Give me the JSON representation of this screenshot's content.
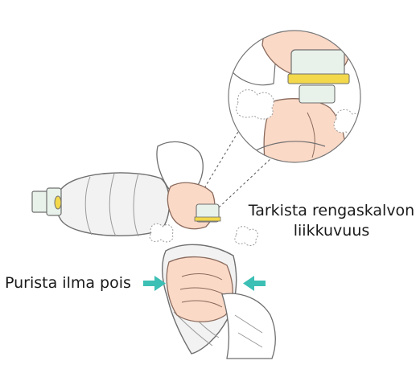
{
  "labels": {
    "check_line1": "Tarkista rengaskalvon",
    "check_line2": "liikkuvuus",
    "squeeze": "Purista ilma pois"
  },
  "colors": {
    "skin": "#fbd9c7",
    "skin_outline": "#8a6a5c",
    "sleeve": "#ffffff",
    "bag": "#f2f2f2",
    "bag_outline": "#6f6f6f",
    "valve_body": "#e8f2ea",
    "valve_ring": "#f2d84a",
    "arrow": "#3cbfb4"
  },
  "icons": {
    "arrow_left": "arrow-right-icon",
    "arrow_right": "arrow-left-icon"
  }
}
